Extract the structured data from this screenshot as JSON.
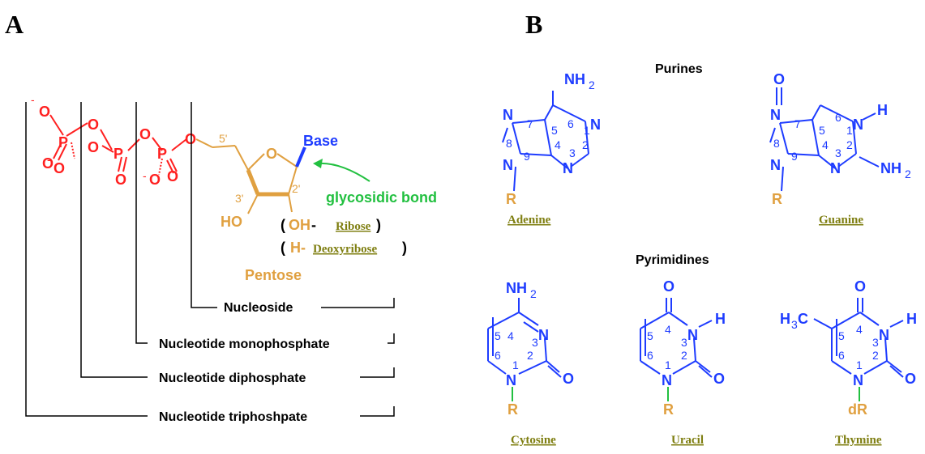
{
  "panels": {
    "a": "A",
    "b": "B"
  },
  "colors": {
    "phosphate": "#ff2020",
    "pentose": "#e0a040",
    "base": "#1e3cff",
    "bond": "#22c040",
    "link": "#7f7f12",
    "line": "#000000"
  },
  "nucleotide": {
    "phosphate_o1": "O",
    "phosphate_o1_charge": "-",
    "phosphate_p": "P",
    "phosphate_o": "O",
    "phosphate_o_minus": "O",
    "phosphate_minus": "-",
    "carbon5": "5'",
    "carbon3": "3'",
    "carbon2": "2'",
    "ring_o": "O",
    "base": "Base",
    "glycosidic": "glycosidic bond",
    "ho": "HO",
    "oh_open": "(",
    "oh": "OH",
    "oh_dash": " - ",
    "ribose": "Ribose",
    "close_paren": ")",
    "h": "H-",
    "deoxyribose": "Deoxyribose",
    "pentose": "Pentose",
    "nucleoside": "Nucleoside",
    "monophosphate": "Nucleotide monophosphate",
    "diphosphate": "Nucleotide diphosphate",
    "triphosphate": "Nucleotide triphoshpate"
  },
  "bases": {
    "purines_title": "Purines",
    "pyrimidines_title": "Pyrimidines",
    "adenine": "Adenine",
    "guanine": "Guanine",
    "cytosine": "Cytosine",
    "uracil": "Uracil",
    "thymine": "Thymine",
    "n": "N",
    "o": "O",
    "h": "H",
    "nh2": "NH",
    "sub2": "2",
    "r": "R",
    "dr": "dR",
    "h3c": "H",
    "h3c_3": "3",
    "h3c_c": "C",
    "n1": "1",
    "n2": "2",
    "n3": "3",
    "n4": "4",
    "n5": "5",
    "n6": "6",
    "n7": "7",
    "n8": "8",
    "n9": "9"
  }
}
